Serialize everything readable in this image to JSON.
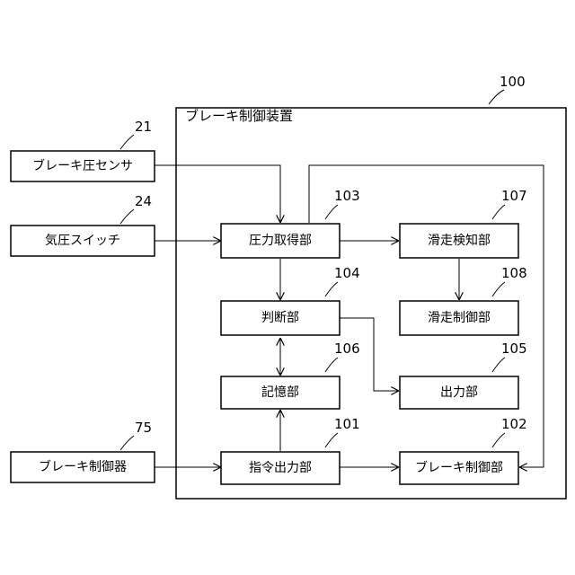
{
  "container": {
    "title": "ブレーキ制御装置",
    "ref": "100"
  },
  "external": {
    "brake_pressure_sensor": {
      "label": "ブレーキ圧センサ",
      "ref": "21"
    },
    "air_pressure_switch": {
      "label": "気圧スイッチ",
      "ref": "24"
    },
    "brake_controller": {
      "label": "ブレーキ制御器",
      "ref": "75"
    }
  },
  "units": {
    "pressure_acquisition": {
      "label": "圧力取得部",
      "ref": "103"
    },
    "judgment": {
      "label": "判断部",
      "ref": "104"
    },
    "storage": {
      "label": "記憶部",
      "ref": "106"
    },
    "command_output": {
      "label": "指令出力部",
      "ref": "101"
    },
    "slip_detection": {
      "label": "滑走検知部",
      "ref": "107"
    },
    "slip_control": {
      "label": "滑走制御部",
      "ref": "108"
    },
    "output": {
      "label": "出力部",
      "ref": "105"
    },
    "brake_control": {
      "label": "ブレーキ制御部",
      "ref": "102"
    }
  }
}
